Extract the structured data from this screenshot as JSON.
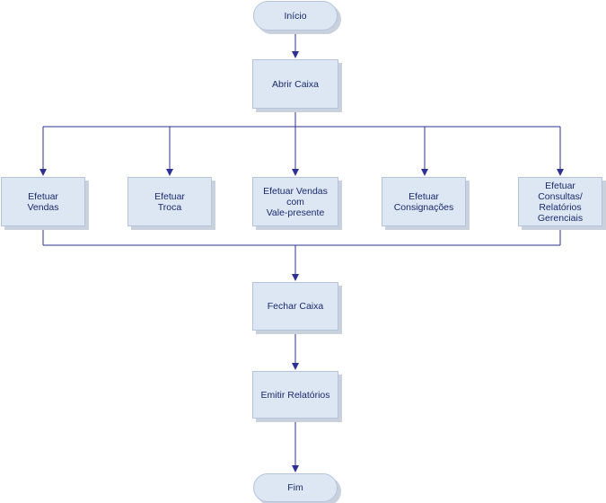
{
  "colors": {
    "node_fill": "#dde7f3",
    "node_border": "#b4c4dc",
    "node_shadow": "#c9d1dc",
    "connector": "#2e3192",
    "text": "#1a2a6c"
  },
  "nodes": {
    "inicio": "Início",
    "abrir_caixa": "Abrir Caixa",
    "efetuar_vendas": "Efetuar\nVendas",
    "efetuar_troca": "Efetuar\nTroca",
    "efetuar_vendas_vale": "Efetuar Vendas\ncom\nVale-presente",
    "efetuar_consignacoes": "Efetuar\nConsignações",
    "efetuar_consultas": "Efetuar\nConsultas/\nRelatórios\nGerenciais",
    "fechar_caixa": "Fechar Caixa",
    "emitir_relatorios": "Emitir Relatórios",
    "fim": "Fim"
  }
}
